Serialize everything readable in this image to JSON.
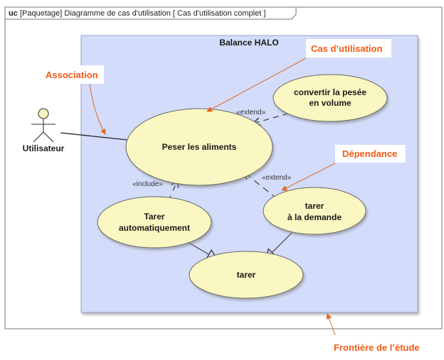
{
  "frame": {
    "kind": "uc",
    "title": "[Paquetage] Diagramme de cas d'utilisation [ Cas d'utilisation complet ]"
  },
  "system": {
    "name": "Balance HALO"
  },
  "actor": {
    "name": "Utilisateur"
  },
  "use_cases": {
    "peser": "Peser les aliments",
    "convertir_1": "convertir la pesée",
    "convertir_2": "en volume",
    "tarer_auto_1": "Tarer",
    "tarer_auto_2": "automatiquement",
    "tarer_demande_1": "tarer",
    "tarer_demande_2": "à la demande",
    "tarer": "tarer"
  },
  "relations": {
    "extend_convertir": "«extend»",
    "extend_demande": "«extend»",
    "include_auto": "«include»"
  },
  "annotations": {
    "cas": "Cas d’utilisation",
    "association": "Association",
    "dependance": "Dépendance",
    "frontiere": "Frontière de l’étude"
  },
  "colors": {
    "boundary_fill": "#d3dcfb",
    "usecase_fill": "#fbf7c2",
    "annotation": "#f05a14"
  }
}
